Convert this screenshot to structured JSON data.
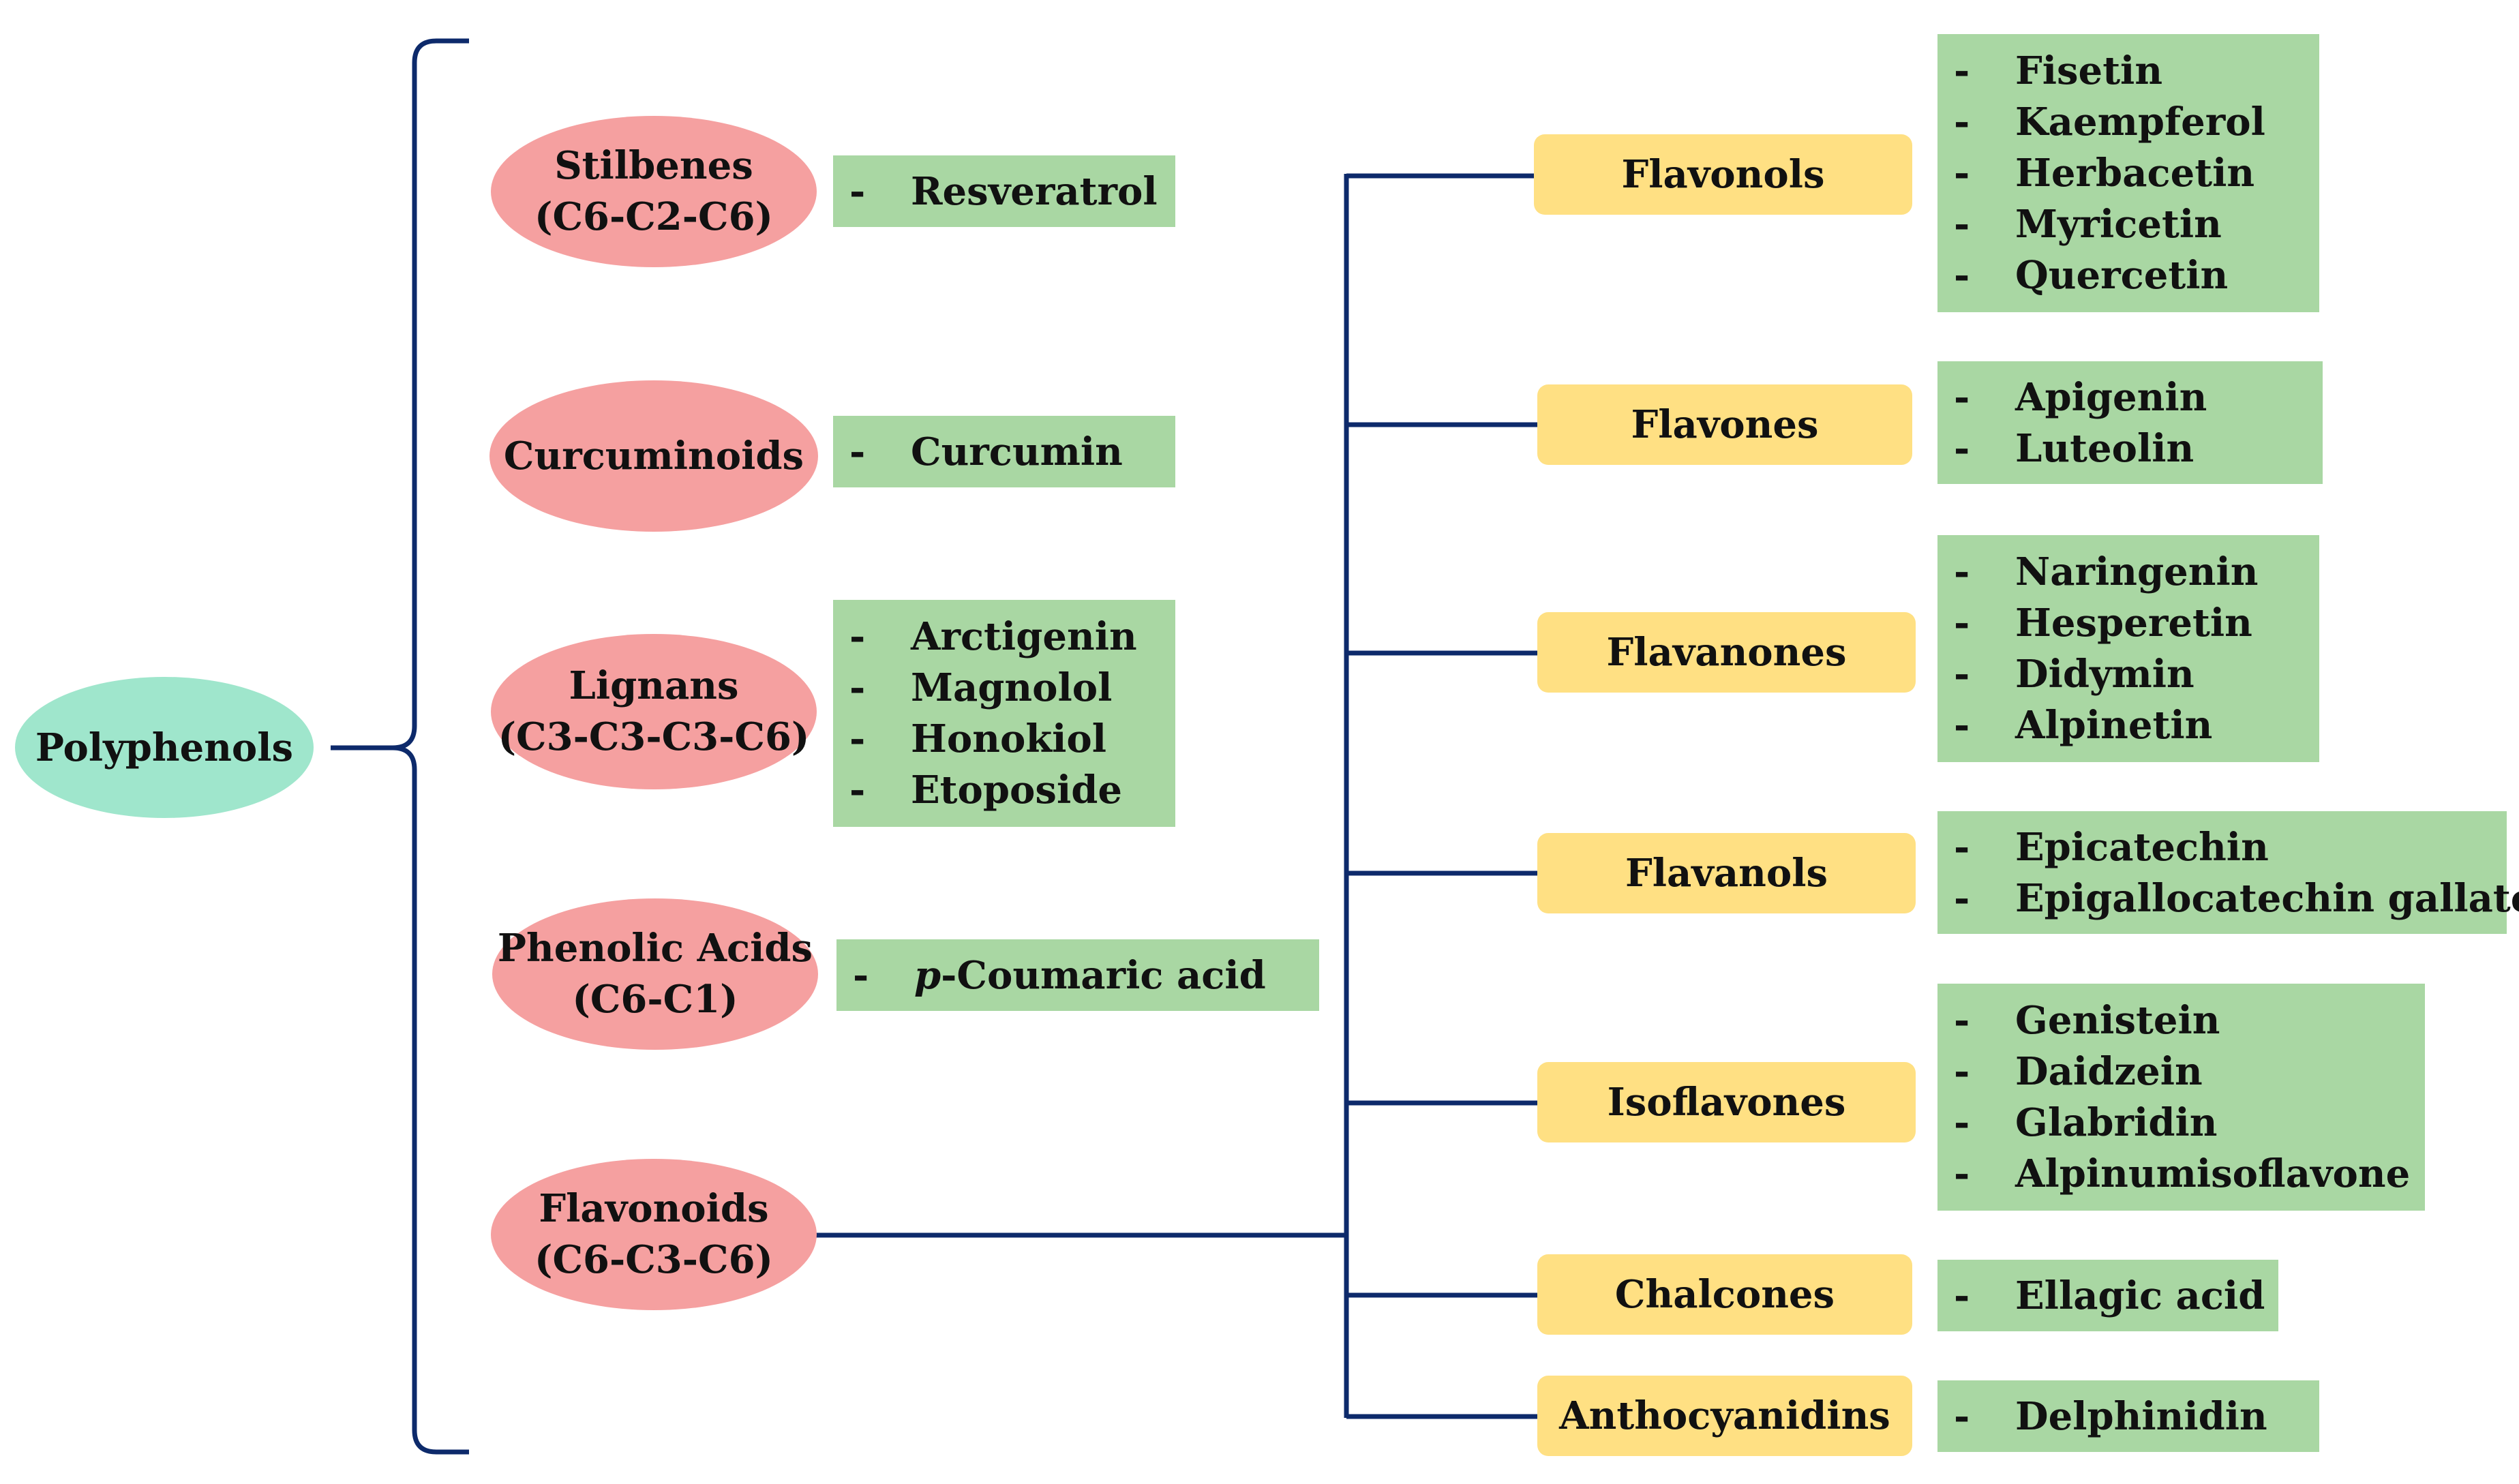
{
  "root": {
    "label": "Polyphenols"
  },
  "classes": [
    {
      "id": "stilbenes",
      "name": "Stilbenes",
      "formula": "(C6-C2-C6)",
      "examples": [
        "Resveratrol"
      ]
    },
    {
      "id": "curcuminoids",
      "name": "Curcuminoids",
      "formula": "",
      "examples": [
        "Curcumin"
      ]
    },
    {
      "id": "lignans",
      "name": "Lignans",
      "formula": "(C3-C3-C3-C6)",
      "examples": [
        "Arctigenin",
        "Magnolol",
        "Honokiol",
        "Etoposide"
      ]
    },
    {
      "id": "phenolic-acids",
      "name": "Phenolic Acids",
      "formula": "(C6-C1)",
      "examples": []
    },
    {
      "id": "flavonoids",
      "name": "Flavonoids",
      "formula": "(C6-C3-C6)",
      "examples": []
    }
  ],
  "phenolic_example": {
    "prefix": "p",
    "rest": "-Coumaric acid"
  },
  "dash": "-",
  "flavonoid_subclasses": [
    {
      "id": "flavonols",
      "name": "Flavonols",
      "examples": [
        "Fisetin",
        "Kaempferol",
        "Herbacetin",
        "Myricetin",
        "Quercetin"
      ]
    },
    {
      "id": "flavones",
      "name": "Flavones",
      "examples": [
        "Apigenin",
        "Luteolin"
      ]
    },
    {
      "id": "flavanones",
      "name": "Flavanones",
      "examples": [
        "Naringenin",
        "Hesperetin",
        "Didymin",
        "Alpinetin"
      ]
    },
    {
      "id": "flavanols",
      "name": "Flavanols",
      "examples": [
        "Epicatechin",
        "Epigallocatechin gallate"
      ]
    },
    {
      "id": "isoflavones",
      "name": "Isoflavones",
      "examples": [
        "Genistein",
        "Daidzein",
        "Glabridin",
        "Alpinumisoflavone"
      ]
    },
    {
      "id": "chalcones",
      "name": "Chalcones",
      "examples": [
        "Ellagic acid"
      ]
    },
    {
      "id": "anthocyanidins",
      "name": "Anthocyanidins",
      "examples": [
        "Delphinidin"
      ]
    }
  ],
  "colors": {
    "line": "#0d2a6b",
    "root_fill": "#9fe6cc",
    "class_fill": "#f5a0a0",
    "subclass_fill": "#ffe083",
    "example_fill": "#a9d7a3"
  }
}
